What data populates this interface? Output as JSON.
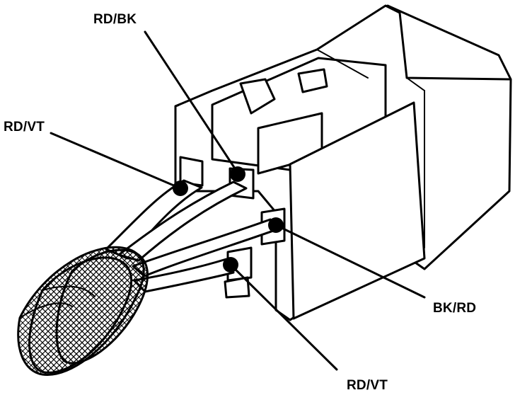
{
  "callouts": [
    {
      "id": "top",
      "text": "RD/BK"
    },
    {
      "id": "left",
      "text": "RD/VT"
    },
    {
      "id": "right",
      "text": "BK/RD"
    },
    {
      "id": "bottom",
      "text": "RD/VT"
    }
  ],
  "colors": {
    "line": "#000000",
    "background": "#ffffff"
  },
  "icons": {
    "connector": "electrical-connector-icon",
    "harness": "braided-wire-harness-icon"
  }
}
